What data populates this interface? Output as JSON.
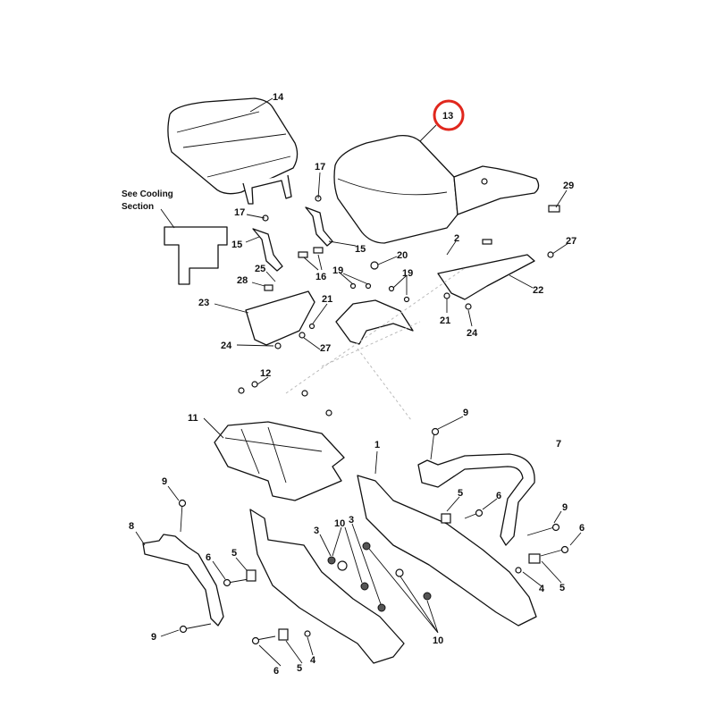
{
  "diagram": {
    "note": [
      "See Cooling",
      "Section"
    ],
    "highlight": {
      "part": "13",
      "color": "#e0271d"
    },
    "labels": [
      "14",
      "13",
      "17",
      "17",
      "15",
      "15",
      "16",
      "20",
      "29",
      "2",
      "27",
      "25",
      "28",
      "19",
      "19",
      "22",
      "23",
      "21",
      "21",
      "24",
      "27",
      "24",
      "12",
      "11",
      "1",
      "9",
      "7",
      "9",
      "8",
      "5",
      "6",
      "9",
      "6",
      "3",
      "10",
      "3",
      "6",
      "5",
      "4",
      "5",
      "9",
      "10",
      "6",
      "5",
      "4"
    ]
  }
}
